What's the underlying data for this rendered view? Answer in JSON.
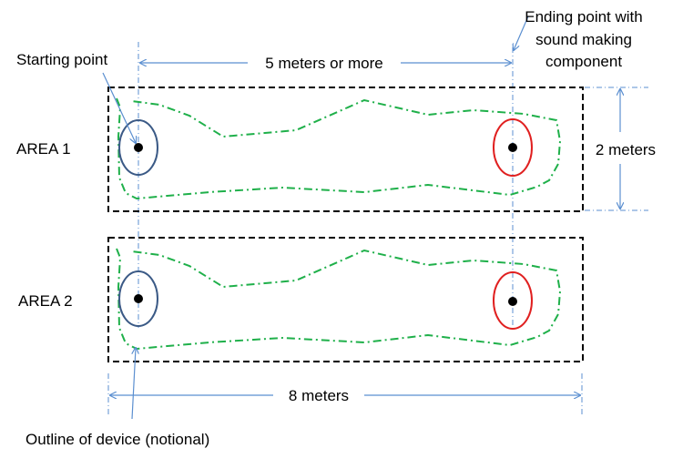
{
  "labels": {
    "starting_point": "Starting point",
    "ending_point_line1": "Ending point with",
    "ending_point_line2": "sound making",
    "ending_point_line3": "component",
    "distance_top": "5 meters or more",
    "height": "2 meters",
    "area1": "AREA 1",
    "area2": "AREA 2",
    "width_bottom": "8 meters",
    "outline_note": "Outline of device (notional)"
  },
  "colors": {
    "area_border": "#000000",
    "device_outline": "#1fb04a",
    "start_circle": "#3b5a86",
    "end_circle": "#e02020",
    "dimension_line": "#5b8fd0",
    "dot": "#000000"
  }
}
